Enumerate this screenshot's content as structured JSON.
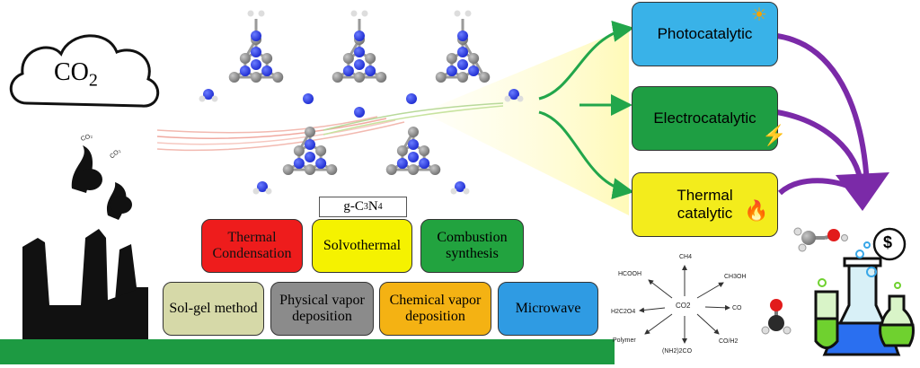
{
  "co2_cloud": {
    "main": "CO",
    "sub": "2"
  },
  "smoke_labels": [
    "CO₂",
    "CO₂"
  ],
  "material_label": {
    "main": "g-C",
    "sub1": "3",
    "mid": "N",
    "sub2": "4"
  },
  "synthesis_methods_row1": [
    "Thermal Condensation",
    "Solvothermal",
    "Combustion synthesis"
  ],
  "synthesis_methods_row2": [
    "Sol-gel method",
    "Physical vapor deposition",
    "Chemical vapor deposition",
    "Microwave"
  ],
  "catalysis_types": [
    "Photocatalytic",
    "Electrocatalytic",
    "Thermal catalytic"
  ],
  "products": {
    "center": "CO2",
    "items": [
      "CH4",
      "CH3OH",
      "CO",
      "CO/H2",
      "(NH2)2CO",
      "Polymer",
      "H2C2O4",
      "HCOOH"
    ]
  },
  "dollar_symbol": "$",
  "colors": {
    "thermal_condensation": "#ee1c1c",
    "solvothermal": "#f5f200",
    "combustion": "#22a33f",
    "sol_gel": "#d6d9a8",
    "physical": "#8b8b8b",
    "chemical": "#f4b213",
    "microwave": "#2f9be3",
    "photocatalytic": "#39b2e8",
    "electrocatalytic": "#1e9e43",
    "thermal_catalytic": "#f3ec1c",
    "ground": "#1d9a42",
    "arrow_purple": "#7b2aa8",
    "arrow_green": "#22a64b"
  },
  "icons": [
    "cloud-icon",
    "factory-icon",
    "sun-icon",
    "lightning-icon",
    "flame-icon",
    "flask-icon",
    "dollar-coin-icon",
    "molecule-icon"
  ]
}
